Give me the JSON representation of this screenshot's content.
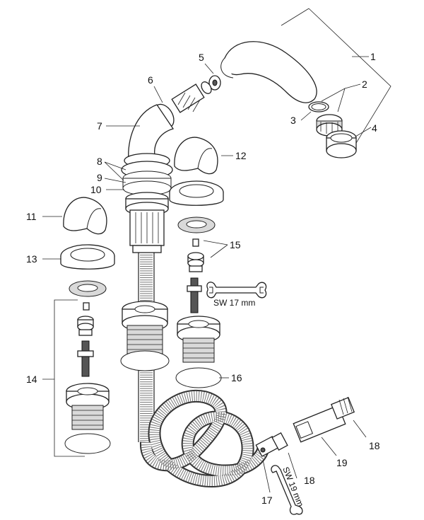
{
  "labels": {
    "l1": "1",
    "l2": "2",
    "l3": "3",
    "l4": "4",
    "l5": "5",
    "l6": "6",
    "l7": "7",
    "l8": "8",
    "l9": "9",
    "l10": "10",
    "l11": "11",
    "l12": "12",
    "l13": "13",
    "l14": "14",
    "l15": "15",
    "l16": "16",
    "l17": "17",
    "l18a": "18",
    "l18b": "18",
    "l19": "19"
  },
  "tools": {
    "wrench_17": "SW 17 mm",
    "wrench_19": "SW 19 mm"
  }
}
